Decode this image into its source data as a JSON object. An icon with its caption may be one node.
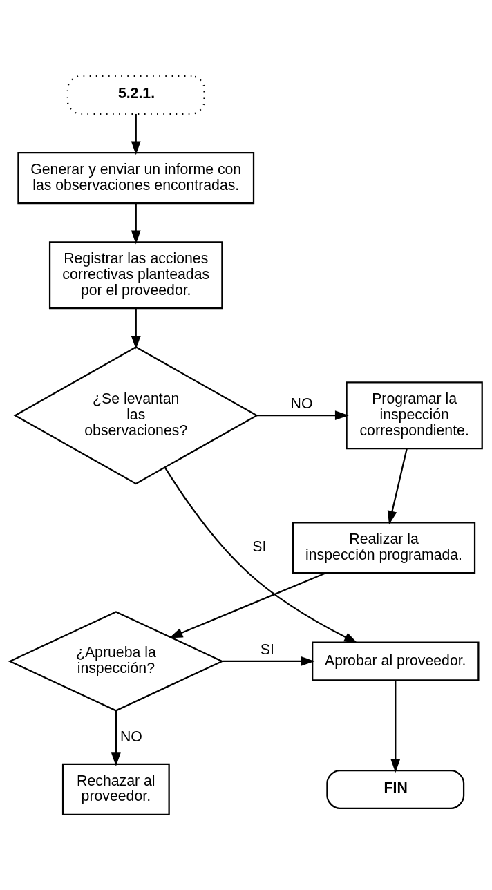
{
  "diagram": {
    "nodes": [
      {
        "text": [
          "5.2.1."
        ]
      },
      {
        "text": [
          "Generar y enviar un informe con las observaciones encontradas."
        ]
      },
      {
        "text": [
          "Registrar las acciones correctivas planteadas por el proveedor."
        ]
      },
      {
        "text": [
          "¿Se levantan las observaciones?"
        ]
      },
      {
        "text": [
          "Programar la inspección correspondiente."
        ]
      },
      {
        "text": [
          "Realizar la inspección programada."
        ]
      },
      {
        "text": [
          "¿Aprueba la inspección?"
        ]
      },
      {
        "text": [
          "Aprobar al proveedor."
        ]
      },
      {
        "text": [
          "Rechazar al proveedor."
        ]
      },
      {
        "text": [
          "FIN"
        ]
      }
    ],
    "edges": [
      {
        "from": 0,
        "to": 1,
        "arrow": "to"
      },
      {
        "from": 1,
        "to": 2,
        "arrow": "to"
      },
      {
        "from": 2,
        "to": 3,
        "arrow": "to"
      },
      {
        "from": 3,
        "to": 4,
        "arrow": "to",
        "label": "NO"
      },
      {
        "from": 4,
        "to": 5,
        "arrow": "to"
      },
      {
        "from": 5,
        "to": 6,
        "arrow": "to"
      },
      {
        "from": 6,
        "to": 7,
        "arrow": "to",
        "label": "SI"
      },
      {
        "from": 3,
        "to": 7,
        "arrow": "to",
        "label": "SI"
      },
      {
        "from": 6,
        "to": 8,
        "arrow": "to",
        "label": "NO"
      },
      {
        "from": 7,
        "to": 9,
        "arrow": "to"
      }
    ]
  }
}
